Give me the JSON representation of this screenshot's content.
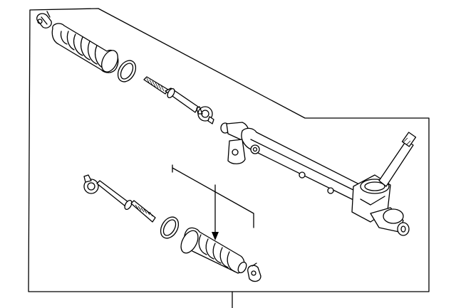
{
  "diagram": {
    "type": "exploded-parts-diagram",
    "background_color": "#ffffff",
    "line_color": "#000000",
    "parts": [
      "hose-clamp",
      "boot",
      "boot-band",
      "tie-rod-end",
      "steering-gear-rack-assembly"
    ],
    "visible_text": []
  }
}
